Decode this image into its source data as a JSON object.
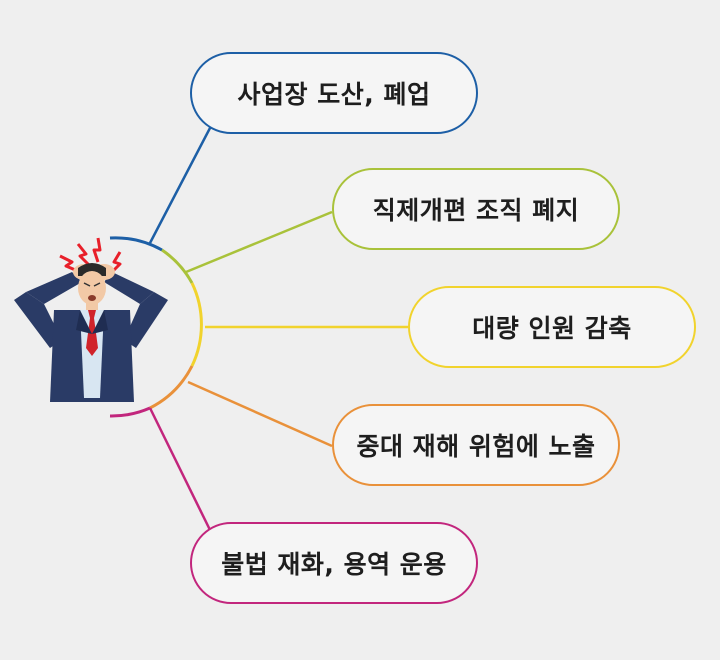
{
  "items": [
    {
      "label": "사업장 도산, 폐업",
      "color": "#1d5fa6"
    },
    {
      "label": "직제개편 조직 폐지",
      "color": "#a9c23a"
    },
    {
      "label": "대량 인원 감축",
      "color": "#f1d32d"
    },
    {
      "label": "중대 재해 위험에 노출",
      "color": "#e9913a"
    },
    {
      "label": "불법 재화, 용역 운용",
      "color": "#c2267d"
    }
  ],
  "figure": {
    "suit_color": "#2a3b66",
    "shirt_color": "#d8e6f2",
    "tie_color": "#d0232b",
    "alert_color": "#e8202a"
  }
}
